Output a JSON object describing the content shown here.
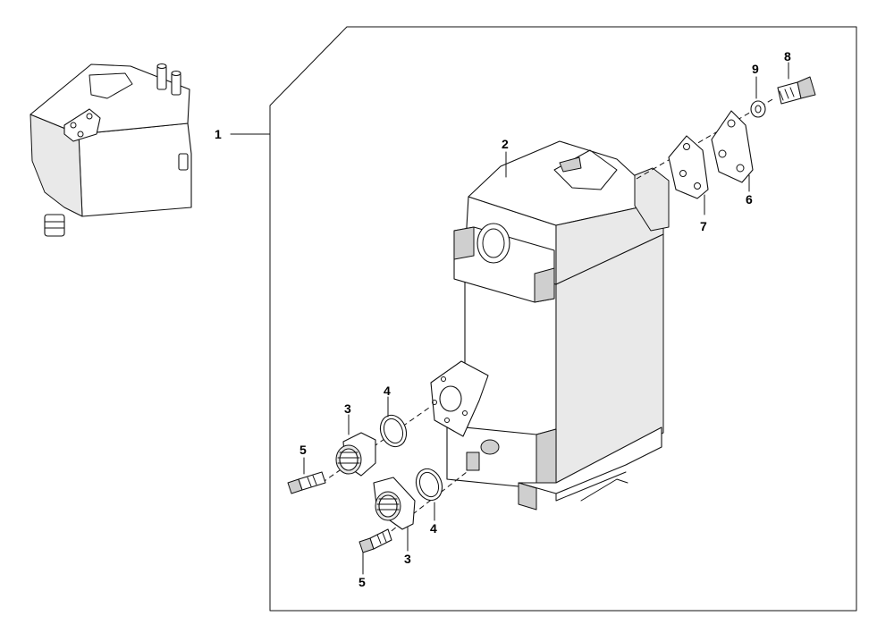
{
  "diagram": {
    "type": "exploded-parts-diagram",
    "callouts": [
      {
        "id": "c1",
        "label": "1"
      },
      {
        "id": "c2",
        "label": "2"
      },
      {
        "id": "c3a",
        "label": "3"
      },
      {
        "id": "c3b",
        "label": "3"
      },
      {
        "id": "c4a",
        "label": "4"
      },
      {
        "id": "c4b",
        "label": "4"
      },
      {
        "id": "c5a",
        "label": "5"
      },
      {
        "id": "c5b",
        "label": "5"
      },
      {
        "id": "c6",
        "label": "6"
      },
      {
        "id": "c7",
        "label": "7"
      },
      {
        "id": "c8",
        "label": "8"
      },
      {
        "id": "c9",
        "label": "9"
      }
    ]
  }
}
